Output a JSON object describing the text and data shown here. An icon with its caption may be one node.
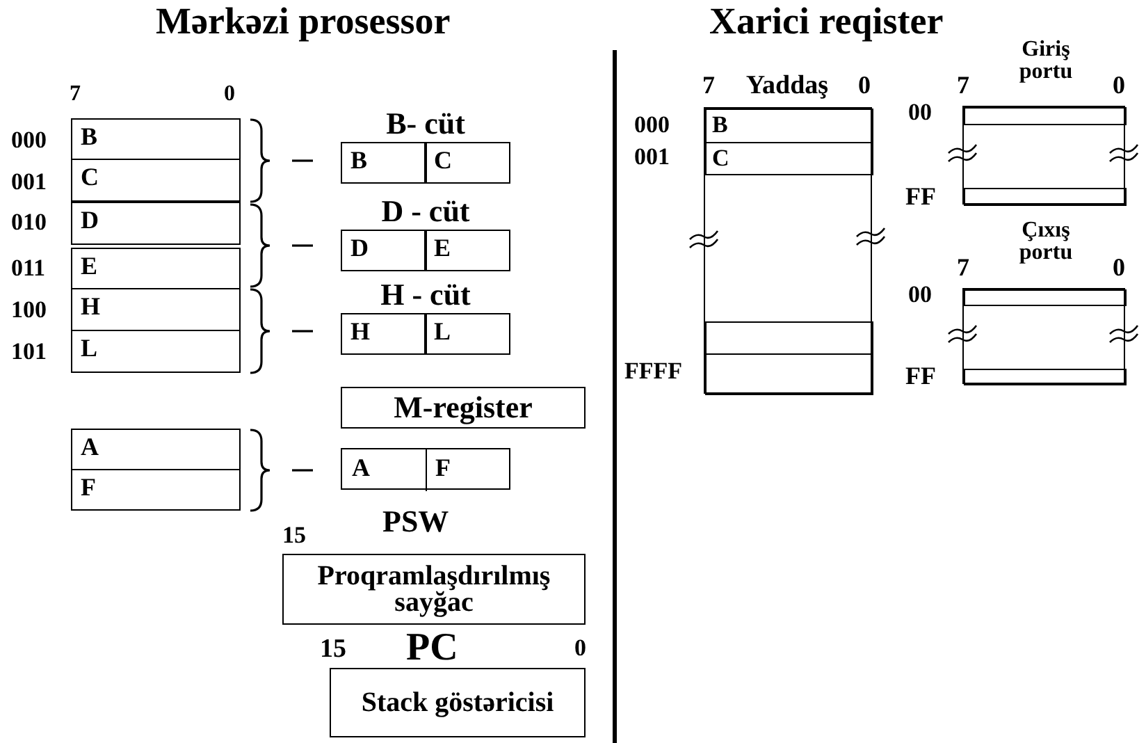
{
  "diagram": {
    "nodes": [
      {
        "text": [
          "B"
        ]
      },
      {
        "text": [
          "C"
        ]
      },
      {
        "text": [
          "D"
        ]
      },
      {
        "text": [
          "E"
        ]
      },
      {
        "text": [
          "H"
        ]
      },
      {
        "text": [
          "L"
        ]
      },
      {
        "text": [
          "A"
        ]
      },
      {
        "text": [
          "F"
        ]
      },
      {
        "text": [
          "B- cüt"
        ]
      },
      {
        "text": [
          "B"
        ],
        "in": 8
      },
      {
        "text": [
          "C"
        ],
        "in": 8
      },
      {
        "text": [
          "D - cüt"
        ]
      },
      {
        "text": [
          "D"
        ],
        "in": 11
      },
      {
        "text": [
          "E"
        ],
        "in": 11
      },
      {
        "text": [
          "H - cüt"
        ]
      },
      {
        "text": [
          "H"
        ],
        "in": 14
      },
      {
        "text": [
          "L"
        ],
        "in": 14
      },
      {
        "text": [
          "M-register"
        ]
      },
      {
        "text": [],
        "shape": "box"
      },
      {
        "text": [
          "A"
        ],
        "in": 18
      },
      {
        "text": [
          "F"
        ],
        "in": 18
      },
      {
        "text": [
          "Proqramlaşdırılmış sayğac"
        ]
      },
      {
        "text": [
          "Stack göstəricisi"
        ]
      },
      {
        "text": [
          "Yaddaş"
        ]
      },
      {
        "text": [
          "B"
        ],
        "in": 23
      },
      {
        "text": [
          "C"
        ],
        "in": 23
      },
      {
        "text": [],
        "shape": "box",
        "in": 23
      },
      {
        "text": [],
        "shape": "box",
        "in": 23
      },
      {
        "text": [
          "Giriş portu"
        ]
      },
      {
        "text": [],
        "shape": "box",
        "in": 28
      },
      {
        "text": [],
        "shape": "box",
        "in": 28
      },
      {
        "text": [
          "Çıxış portu"
        ]
      },
      {
        "text": [],
        "shape": "box",
        "in": 31
      },
      {
        "text": [],
        "shape": "box",
        "in": 31
      }
    ],
    "labels": [
      "Mərkəzi prosessor",
      "Xarici reqister",
      "7",
      "0",
      "000",
      "001",
      "010",
      "011",
      "100",
      "101",
      "PSW",
      "15",
      "15",
      "PC",
      "0",
      "7",
      "0",
      "000",
      "001",
      "FFFF",
      "7",
      "0",
      "00",
      "FF",
      "7",
      "0",
      "00",
      "FF"
    ]
  }
}
